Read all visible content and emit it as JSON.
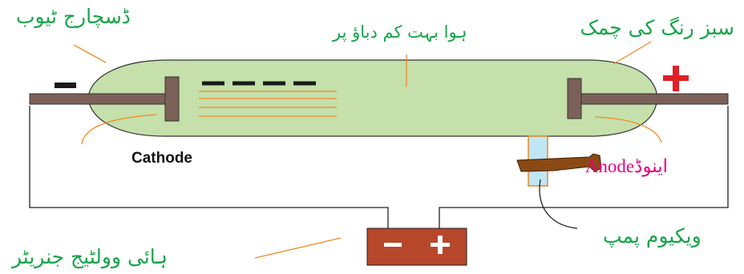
{
  "labels": {
    "discharge_tube": "ڈسچارج ٹیوب",
    "gas_low_pressure": "ہوا بہت کم دباؤ پر",
    "green_glow": "سبز رنگ کی چمک",
    "cathode": "Cathode",
    "anode": "Anode",
    "anode_urdu": "اینوڈ",
    "high_voltage_generator": "ہائی وولٹیج جنریٹر",
    "vacuum_pump": "ویکیوم پمپ"
  },
  "signs": {
    "cathode_sign": "−",
    "anode_sign": "+",
    "battery_negative": "−",
    "battery_positive": "+"
  },
  "colors": {
    "tube_fill": "#c5e0aa",
    "electrode": "#7b6158",
    "cathode_rays": "#f08a25",
    "leader_lines": "#f08a25",
    "plus_sign": "#e01f26",
    "generator_box": "#b7472a",
    "pump_handle": "#8b4a13",
    "pump_tube": "#bfe6f5",
    "urdu_text": "#18a44a",
    "anode_text": "#e4007c"
  }
}
